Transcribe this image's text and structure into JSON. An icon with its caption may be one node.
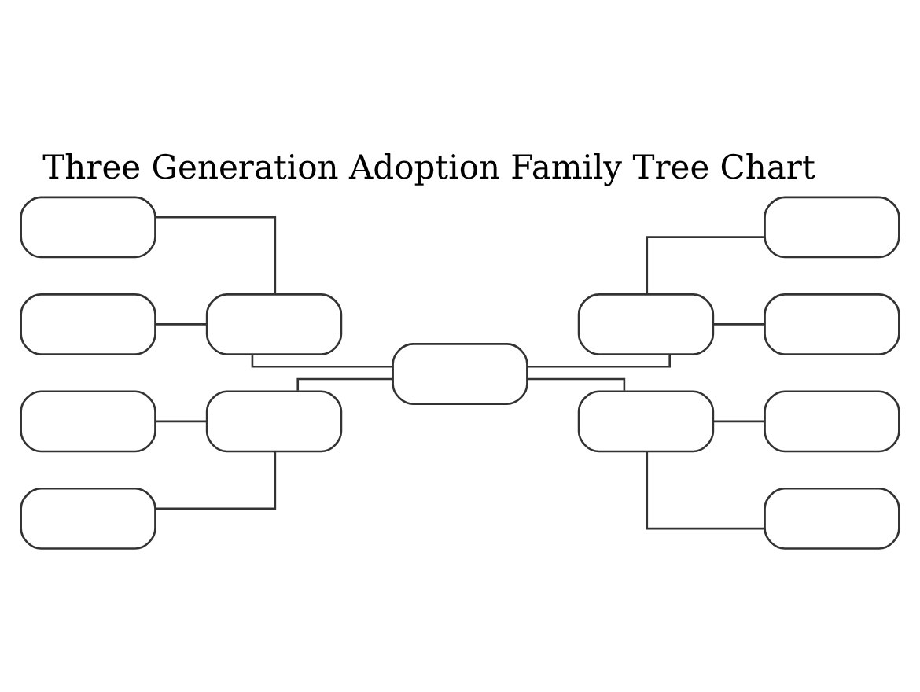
{
  "diagram": {
    "title": "Three Generation Adoption Family Tree Chart",
    "nodes": [
      {
        "text": [],
        "shape": "box"
      },
      {
        "text": [],
        "shape": "box"
      },
      {
        "text": [],
        "shape": "box"
      },
      {
        "text": [],
        "shape": "box"
      },
      {
        "text": [],
        "shape": "box"
      },
      {
        "text": [],
        "shape": "box"
      },
      {
        "text": [],
        "shape": "box"
      },
      {
        "text": [],
        "shape": "box"
      },
      {
        "text": [],
        "shape": "box"
      },
      {
        "text": [],
        "shape": "box"
      },
      {
        "text": [],
        "shape": "box"
      },
      {
        "text": [],
        "shape": "box"
      },
      {
        "text": [],
        "shape": "box"
      }
    ],
    "edges": [
      {
        "from": 0,
        "to": 4,
        "arrow": "none"
      },
      {
        "from": 1,
        "to": 4,
        "arrow": "none"
      },
      {
        "from": 2,
        "to": 5,
        "arrow": "none"
      },
      {
        "from": 3,
        "to": 5,
        "arrow": "none"
      },
      {
        "from": 4,
        "to": 6,
        "arrow": "none"
      },
      {
        "from": 5,
        "to": 6,
        "arrow": "none"
      },
      {
        "from": 6,
        "to": 7,
        "arrow": "none"
      },
      {
        "from": 6,
        "to": 8,
        "arrow": "none"
      },
      {
        "from": 7,
        "to": 9,
        "arrow": "none"
      },
      {
        "from": 7,
        "to": 10,
        "arrow": "none"
      },
      {
        "from": 8,
        "to": 11,
        "arrow": "none"
      },
      {
        "from": 8,
        "to": 12,
        "arrow": "none"
      }
    ]
  }
}
